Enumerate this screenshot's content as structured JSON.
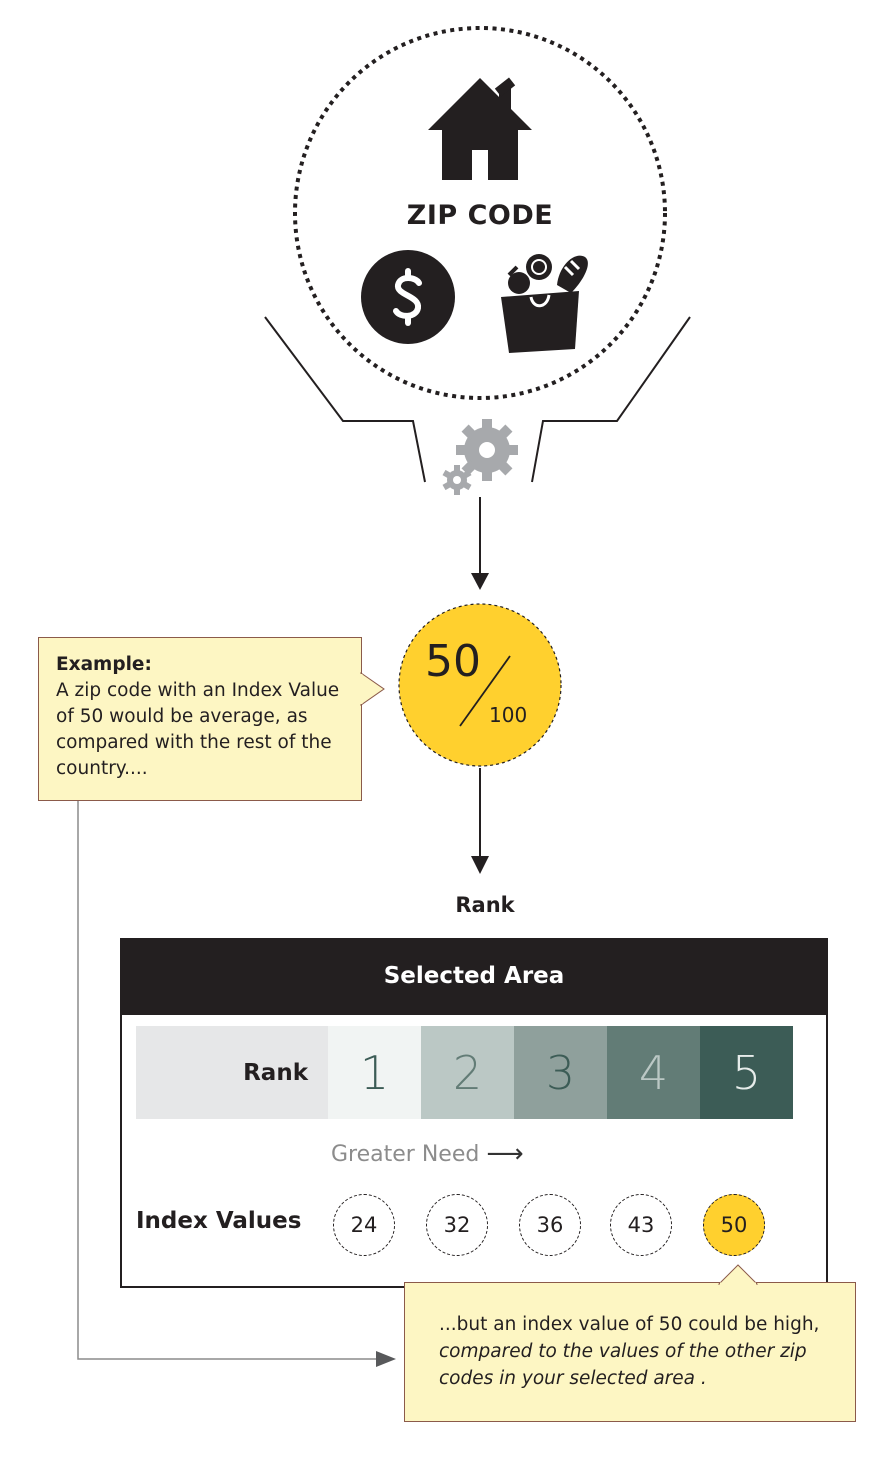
{
  "zip_code_label": "ZIP CODE",
  "icons": [
    "house-icon",
    "dollar-icon",
    "grocery-bag-icon",
    "gears-icon"
  ],
  "score": {
    "value": "50",
    "denominator": "100",
    "color": "#ffd02e"
  },
  "rank_heading": "Rank",
  "example_note": {
    "title": "Example:",
    "lines": [
      "A zip code with an Index Value",
      "of 50 would be average, as",
      "compared with the rest of the",
      "country...."
    ]
  },
  "panel": {
    "title": "Selected Area",
    "rank_label": "Rank",
    "ranks": [
      "1",
      "2",
      "3",
      "4",
      "5"
    ],
    "rank_colors": [
      "#f1f4f3",
      "#bbc8c5",
      "#8fa09c",
      "#627c76",
      "#3c5c56"
    ],
    "rank_text_colors": [
      "#3c5c56",
      "#627c76",
      "#3c5c56",
      "#bbc8c5",
      "#e6ecea"
    ],
    "greater_need": "Greater Need",
    "index_label": "Index Values",
    "index_values": [
      "24",
      "32",
      "36",
      "43",
      "50"
    ],
    "highlight_index": 4
  },
  "result_note": {
    "line1": "...but an index value of 50 could be high,",
    "line2": "compared to the values of the other zip",
    "line3": "codes in your selected area .",
    "line3_suffix": " ."
  }
}
